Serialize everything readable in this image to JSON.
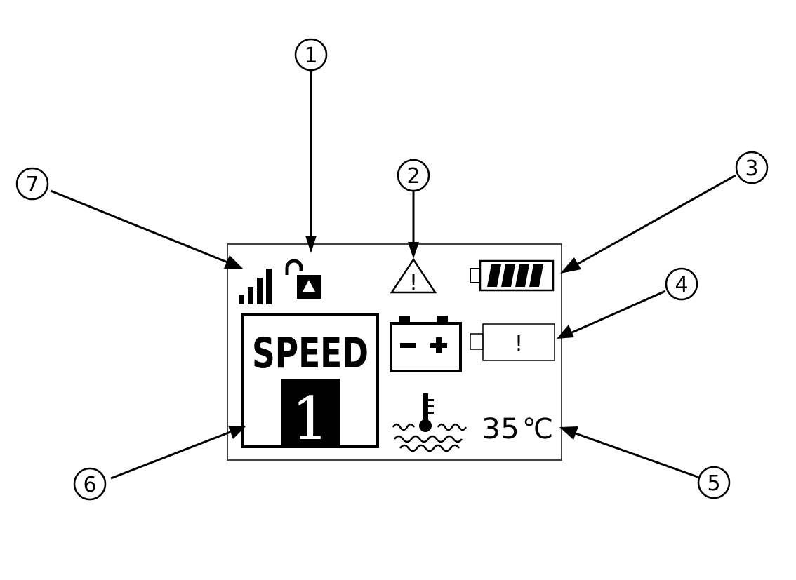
{
  "display": {
    "speed_label": "SPEED",
    "gear_value": "1",
    "temperature": "35",
    "temperature_unit": "℃",
    "alert_mark": "!",
    "battery_fill_fraction": 1.0,
    "signal_bars": 4
  },
  "callouts": [
    "1",
    "2",
    "3",
    "4",
    "5",
    "6",
    "7"
  ],
  "icons": {
    "signal": "signal-strength-icon",
    "lock": "unlocked-padlock-icon",
    "warning": "warning-triangle-icon",
    "battery_full": "battery-full-icon",
    "battery_alert": "battery-alert-icon",
    "car_battery": "car-battery-icon",
    "coolant": "coolant-temperature-icon"
  },
  "colors": {
    "ink": "#000000",
    "background": "#ffffff"
  }
}
